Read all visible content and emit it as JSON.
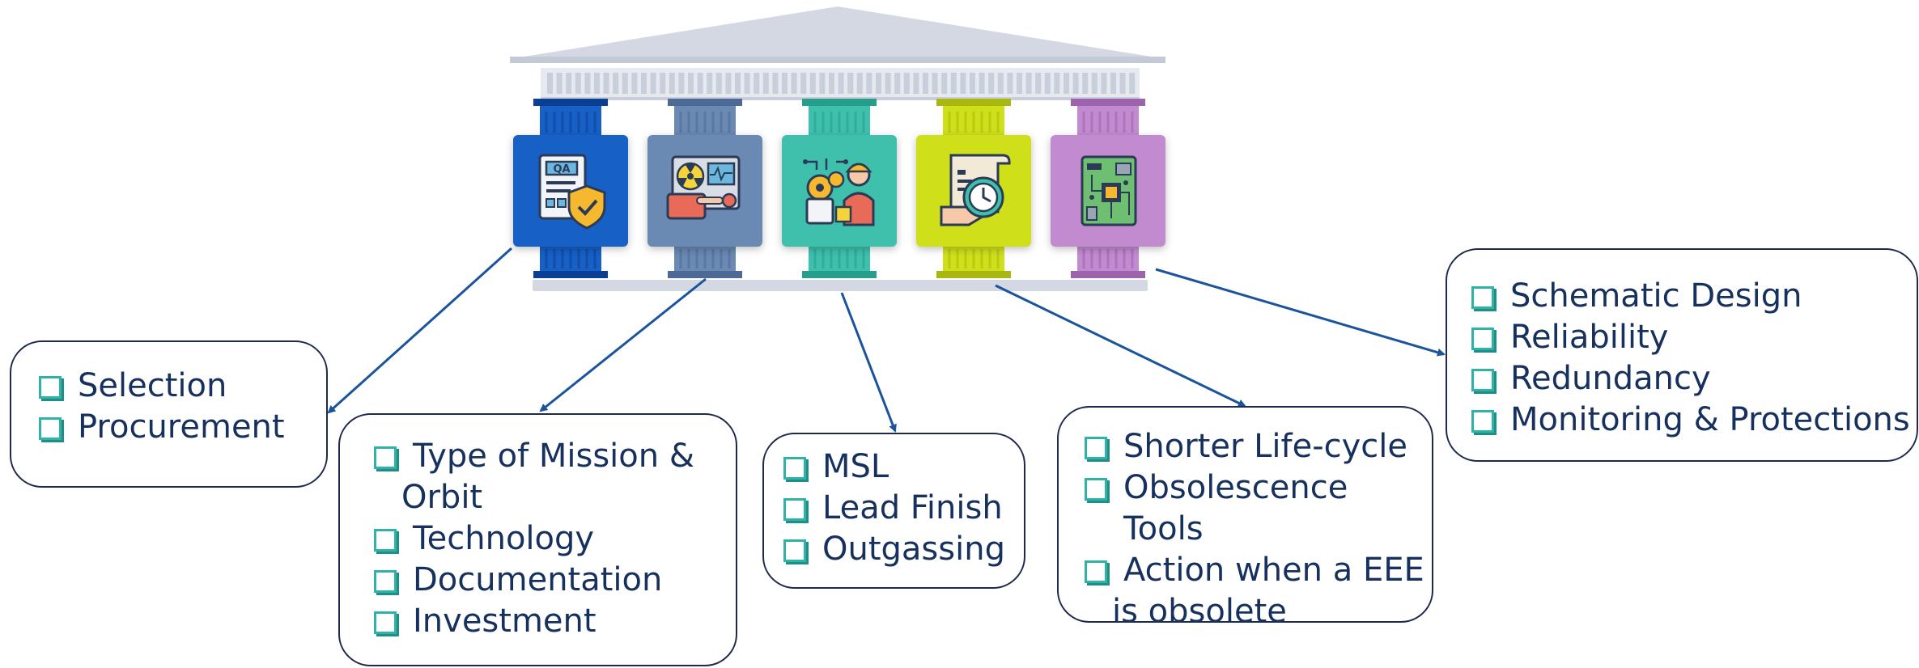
{
  "colors": {
    "roof": "#d3d8e2",
    "frieze": "#c9cfda",
    "base": "#d3d8e2",
    "arrow": "#1b549b",
    "box_border": "#1d2a4d",
    "text": "#17315e",
    "bullet": "#2fb3a8"
  },
  "pillars": [
    {
      "color": "#1760c6",
      "dark": "#0b3f93",
      "icon": "qa-badge-icon"
    },
    {
      "color": "#6a89b3",
      "dark": "#4c6a95",
      "icon": "radiation-measure-icon"
    },
    {
      "color": "#3fc0ad",
      "dark": "#259e8c",
      "icon": "engineer-gears-icon"
    },
    {
      "color": "#cfe01b",
      "dark": "#a8b810",
      "icon": "document-clock-icon"
    },
    {
      "color": "#c28bd0",
      "dark": "#9d63ad",
      "icon": "circuit-board-icon"
    }
  ],
  "boxes": [
    {
      "items": [
        {
          "text": "Selection",
          "bullet": true
        },
        {
          "text": "Procurement",
          "bullet": true
        }
      ]
    },
    {
      "items": [
        {
          "text": "Type of Mission  &",
          "bullet": true
        },
        {
          "text": "Orbit",
          "bullet": false
        },
        {
          "text": "Technology",
          "bullet": true
        },
        {
          "text": "Documentation",
          "bullet": true
        },
        {
          "text": "Investment",
          "bullet": true
        }
      ]
    },
    {
      "items": [
        {
          "text": "MSL",
          "bullet": true
        },
        {
          "text": "Lead Finish",
          "bullet": true
        },
        {
          "text": "Outgassing",
          "bullet": true
        }
      ]
    },
    {
      "items": [
        {
          "text": "Shorter Life-cycle",
          "bullet": true
        },
        {
          "text": "Obsolescence Tools",
          "bullet": true
        },
        {
          "text": "Action when a EEE",
          "bullet": true
        },
        {
          "text": "is obsolete",
          "bullet": false
        }
      ]
    },
    {
      "items": [
        {
          "text": "Schematic Design",
          "bullet": true
        },
        {
          "text": "Reliability",
          "bullet": true
        },
        {
          "text": "Redundancy",
          "bullet": true
        },
        {
          "text": "Monitoring & Protections",
          "bullet": true
        }
      ]
    }
  ]
}
